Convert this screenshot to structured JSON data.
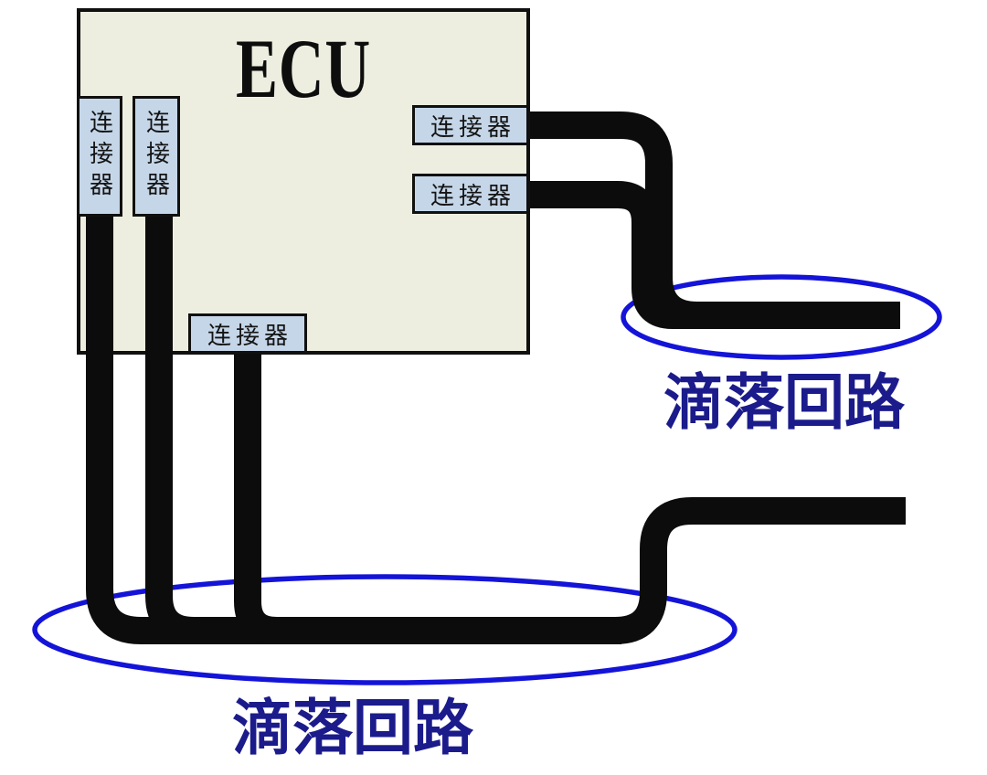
{
  "diagram": {
    "title": "ECU",
    "connectors": {
      "left_1": "连接器",
      "left_2": "连接器",
      "right_1": "连接器",
      "right_2": "连接器",
      "bottom": "连接器"
    },
    "annotations": {
      "drip_loop_right": "滴落回路",
      "drip_loop_bottom": "滴落回路"
    },
    "colors": {
      "ecu_fill": "#edeee0",
      "connector_fill": "#c5d6e8",
      "wire_black": "#0c0c0c",
      "highlight_blue": "#1414d8",
      "label_navy": "#1b1b8c"
    }
  }
}
